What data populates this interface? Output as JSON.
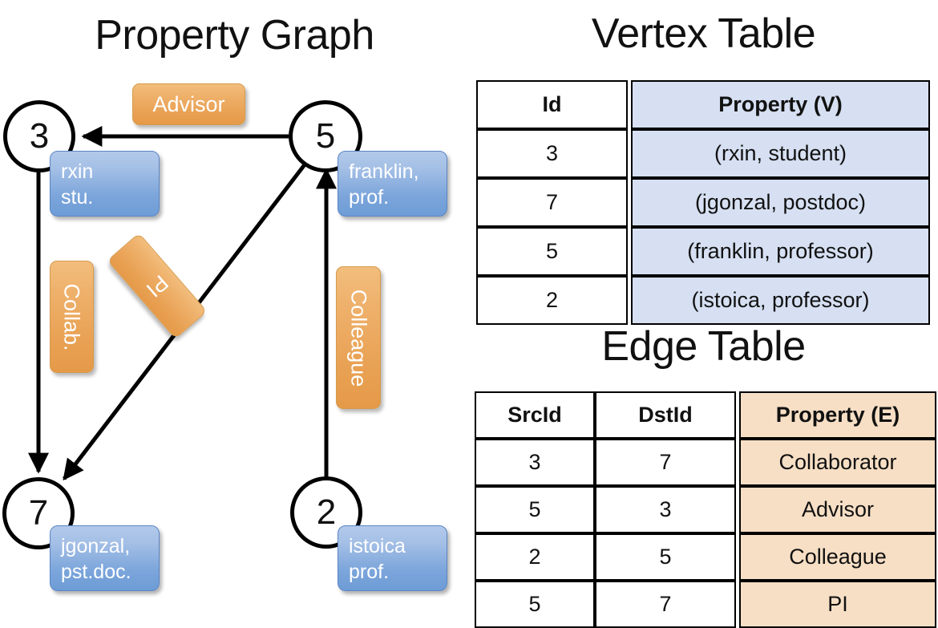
{
  "graph": {
    "title": "Property Graph",
    "nodes": [
      {
        "id": "3",
        "property": "rxin\nstu.",
        "prop_line1": "rxin",
        "prop_line2": "stu."
      },
      {
        "id": "5",
        "property": "franklin,\nprof.",
        "prop_line1": "franklin,",
        "prop_line2": "prof."
      },
      {
        "id": "7",
        "property": "jgonzal,\npst.doc.",
        "prop_line1": "jgonzal,",
        "prop_line2": "pst.doc."
      },
      {
        "id": "2",
        "property": "istoica\nprof.",
        "prop_line1": "istoica",
        "prop_line2": "prof."
      }
    ],
    "edge_labels": [
      {
        "name": "advisor",
        "text": "Advisor"
      },
      {
        "name": "collab",
        "text": "Collab."
      },
      {
        "name": "pi",
        "text": "PI"
      },
      {
        "name": "colleague",
        "text": "Colleague"
      }
    ],
    "edges": [
      {
        "src": "5",
        "dst": "3",
        "label": "Advisor"
      },
      {
        "src": "3",
        "dst": "7",
        "label": "Collab."
      },
      {
        "src": "5",
        "dst": "7",
        "label": "PI"
      },
      {
        "src": "2",
        "dst": "5",
        "label": "Colleague"
      }
    ]
  },
  "vertex_table": {
    "title": "Vertex Table",
    "headers": [
      "Id",
      "Property (V)"
    ],
    "rows": [
      {
        "id": "3",
        "property": "(rxin, student)"
      },
      {
        "id": "7",
        "property": "(jgonzal, postdoc)"
      },
      {
        "id": "5",
        "property": "(franklin, professor)"
      },
      {
        "id": "2",
        "property": "(istoica, professor)"
      }
    ]
  },
  "edge_table": {
    "title": "Edge Table",
    "headers": [
      "SrcId",
      "DstId",
      "Property (E)"
    ],
    "rows": [
      {
        "src": "3",
        "dst": "7",
        "property": "Collaborator"
      },
      {
        "src": "5",
        "dst": "3",
        "property": "Advisor"
      },
      {
        "src": "2",
        "dst": "5",
        "property": "Colleague"
      },
      {
        "src": "5",
        "dst": "7",
        "property": "PI"
      }
    ]
  },
  "colors": {
    "vertex_property_cell": "#d6e0f2",
    "edge_property_cell": "#f7dfc5",
    "node_property_box": "#7ba5db",
    "edge_label_box": "#e8a052",
    "stroke": "#000000"
  }
}
